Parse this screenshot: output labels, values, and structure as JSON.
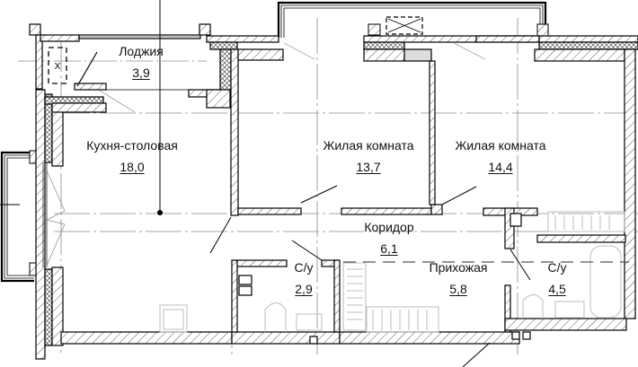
{
  "plan": {
    "type": "apartment-floor-plan",
    "wall_color": "#000000",
    "hatch_color": "#444444",
    "fixture_color": "#bdbdbd",
    "rooms": [
      {
        "id": "loggia",
        "name": "Лоджия",
        "area": "3,9"
      },
      {
        "id": "kitchen",
        "name": "Кухня-столовая",
        "area": "18,0"
      },
      {
        "id": "living1",
        "name": "Жилая комната",
        "area": "13,7"
      },
      {
        "id": "living2",
        "name": "Жилая комната",
        "area": "14,4"
      },
      {
        "id": "corridor",
        "name": "Коридор",
        "area": "6,1"
      },
      {
        "id": "bath1",
        "name": "С/у",
        "area": "2,9"
      },
      {
        "id": "hall",
        "name": "Прихожая",
        "area": "5,8"
      },
      {
        "id": "bath2",
        "name": "С/у",
        "area": "4,5"
      }
    ]
  }
}
